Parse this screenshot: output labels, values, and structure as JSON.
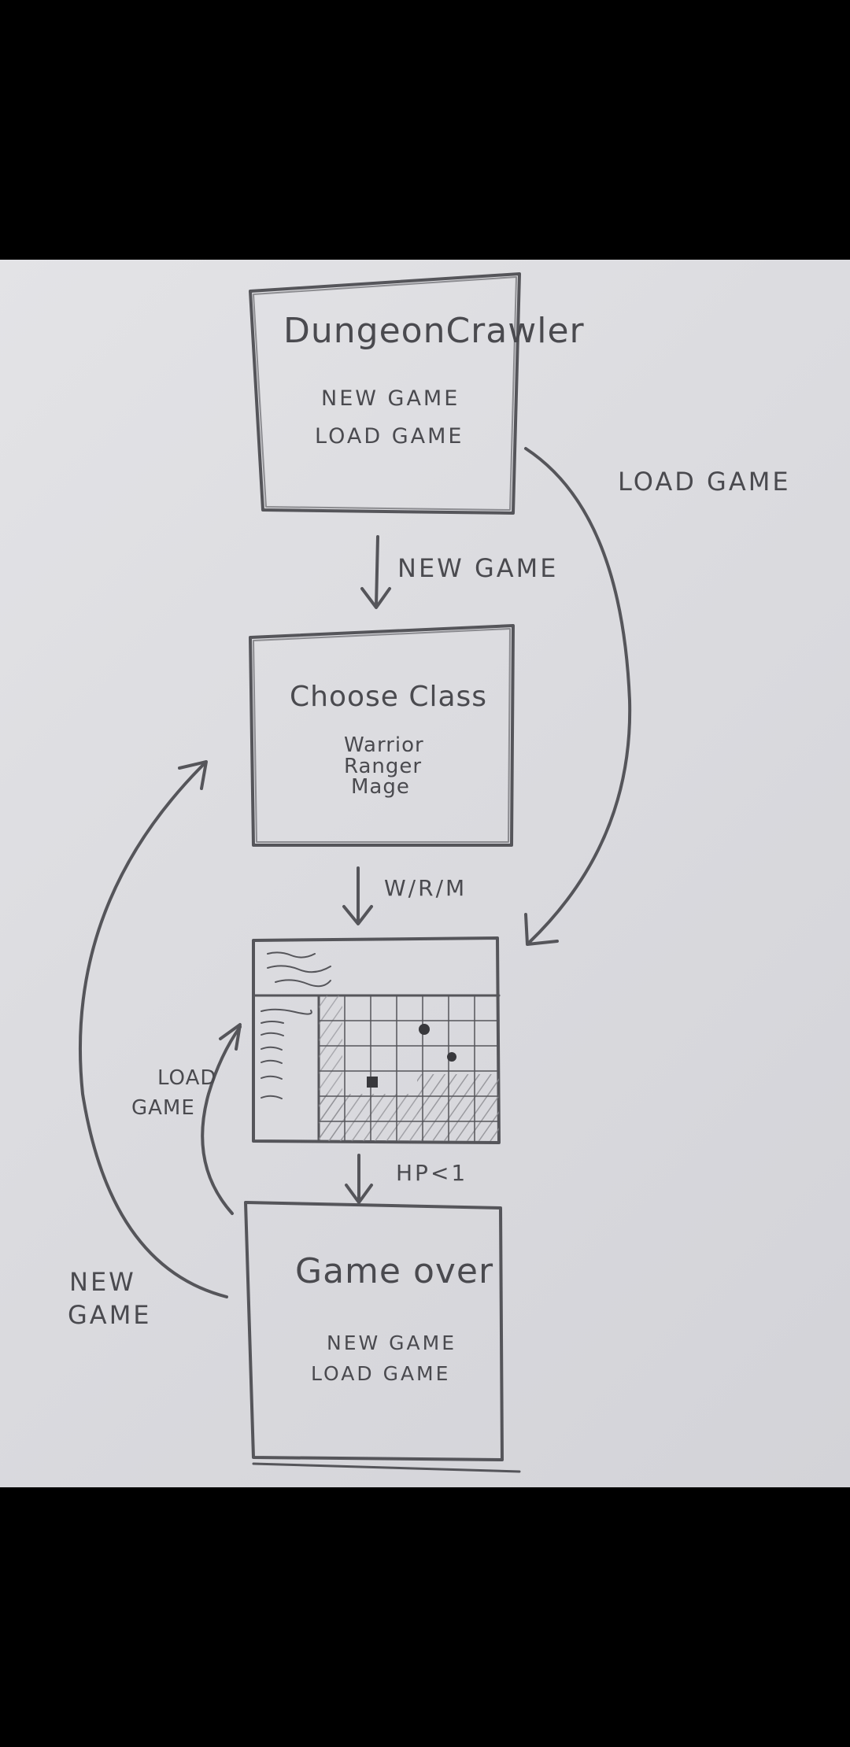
{
  "screens": {
    "title": {
      "heading": "DungeonCrawler",
      "options": [
        "NEW GAME",
        "LOAD GAME"
      ]
    },
    "class_select": {
      "heading": "Choose Class",
      "options": [
        "Warrior",
        "Ranger",
        "Mage"
      ]
    },
    "game": {
      "heading": ""
    },
    "game_over": {
      "heading": "Game over",
      "options": [
        "NEW GAME",
        "LOAD GAME"
      ]
    }
  },
  "transitions": {
    "title_to_class": "NEW GAME",
    "title_to_game": "LOAD GAME",
    "class_to_game": "W/R/M",
    "game_to_over": "HP<1",
    "over_to_game": {
      "line1": "LOAD",
      "line2": "GAME"
    },
    "over_to_class": {
      "line1": "NEW",
      "line2": "GAME"
    }
  },
  "colors": {
    "paper": "#dcdce0",
    "pencil": "#4a4a4f",
    "background": "#000000"
  }
}
